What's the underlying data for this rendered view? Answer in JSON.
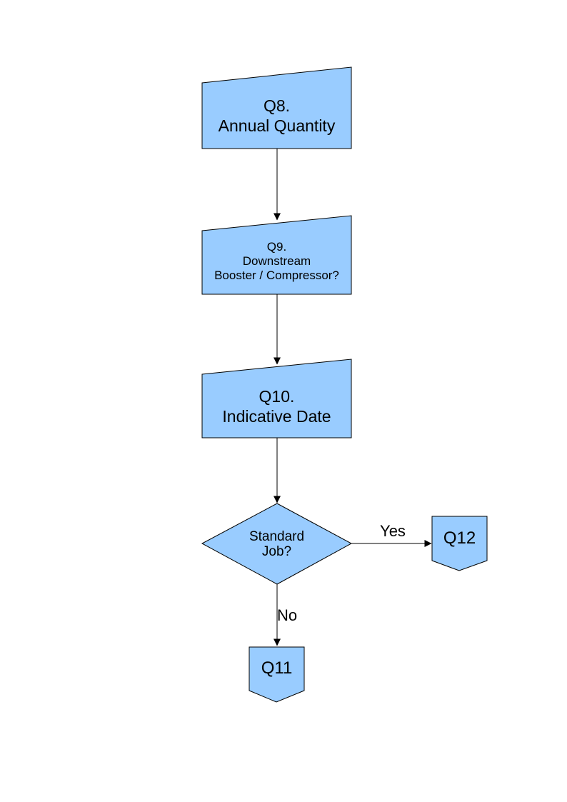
{
  "diagram": {
    "type": "flowchart",
    "nodes": [
      {
        "id": "q8",
        "type": "card",
        "label": "Q8.\nAnnual Quantity"
      },
      {
        "id": "q9",
        "type": "card",
        "label": "Q9.\nDownstream\nBooster / Compressor?"
      },
      {
        "id": "q10",
        "type": "card",
        "label": "Q10.\nIndicative Date"
      },
      {
        "id": "decision",
        "type": "decision-diamond",
        "label": "Standard\nJob?"
      },
      {
        "id": "q12",
        "type": "offpage-connector",
        "label": "Q12"
      },
      {
        "id": "q11",
        "type": "offpage-connector",
        "label": "Q11"
      }
    ],
    "edges": [
      {
        "from": "q8",
        "to": "q9",
        "label": ""
      },
      {
        "from": "q9",
        "to": "q10",
        "label": ""
      },
      {
        "from": "q10",
        "to": "decision",
        "label": ""
      },
      {
        "from": "decision",
        "to": "q12",
        "label": "Yes"
      },
      {
        "from": "decision",
        "to": "q11",
        "label": "No"
      }
    ]
  },
  "colors": {
    "node_fill": "#99CCFF",
    "node_border": "#000000",
    "connector_line": "#000000",
    "text": "#000000",
    "background": "#FFFFFF"
  }
}
